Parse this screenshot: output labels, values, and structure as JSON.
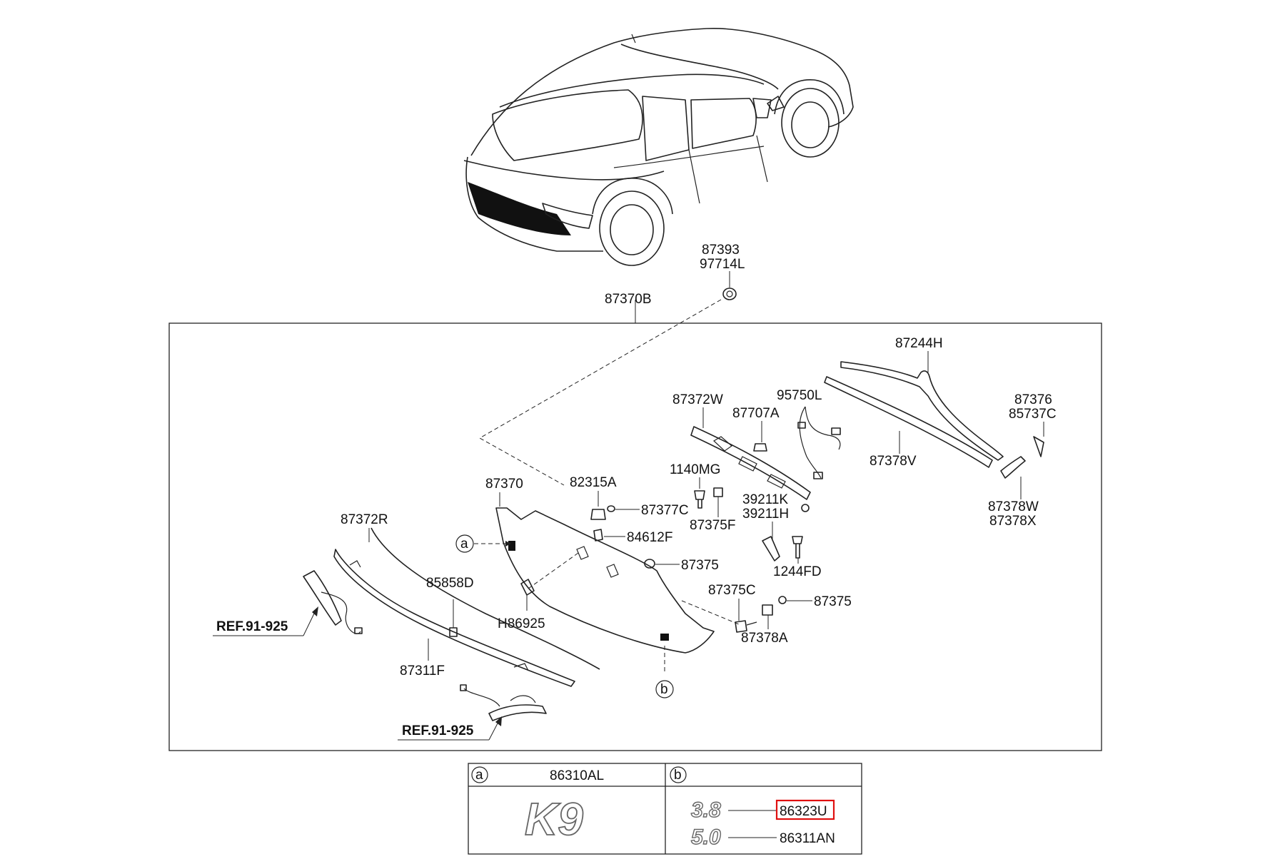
{
  "labels": {
    "p87393": "87393",
    "p97714L": "97714L",
    "p87370B": "87370B",
    "p87244H": "87244H",
    "p87372W": "87372W",
    "p95750L": "95750L",
    "p87707A": "87707A",
    "p87376": "87376",
    "p85737C": "85737C",
    "p87378V": "87378V",
    "p87378W": "87378W",
    "p87378X": "87378X",
    "p1140MG": "1140MG",
    "p87370": "87370",
    "p82315A": "82315A",
    "p87377C": "87377C",
    "p87375F": "87375F",
    "p39211K": "39211K",
    "p39211H": "39211H",
    "p87372R": "87372R",
    "p84612F": "84612F",
    "p87375a": "87375",
    "p1244FD": "1244FD",
    "p85858D": "85858D",
    "p87375C": "87375C",
    "p87375b": "87375",
    "pH86925": "H86925",
    "p87378A": "87378A",
    "p87311F": "87311F",
    "ref1": "REF.91-925",
    "ref2": "REF.91-925",
    "callout_a": "a",
    "callout_b": "b"
  },
  "legend": {
    "col_a": {
      "letter": "a",
      "part": "86310AL",
      "emblem": "K9"
    },
    "col_b": {
      "letter": "b",
      "rows": [
        {
          "badge": "3.8",
          "part": "86323U",
          "highlighted": true
        },
        {
          "badge": "5.0",
          "part": "86311AN",
          "highlighted": false
        }
      ]
    }
  },
  "colors": {
    "highlight": "#e01010",
    "line": "#222222"
  }
}
